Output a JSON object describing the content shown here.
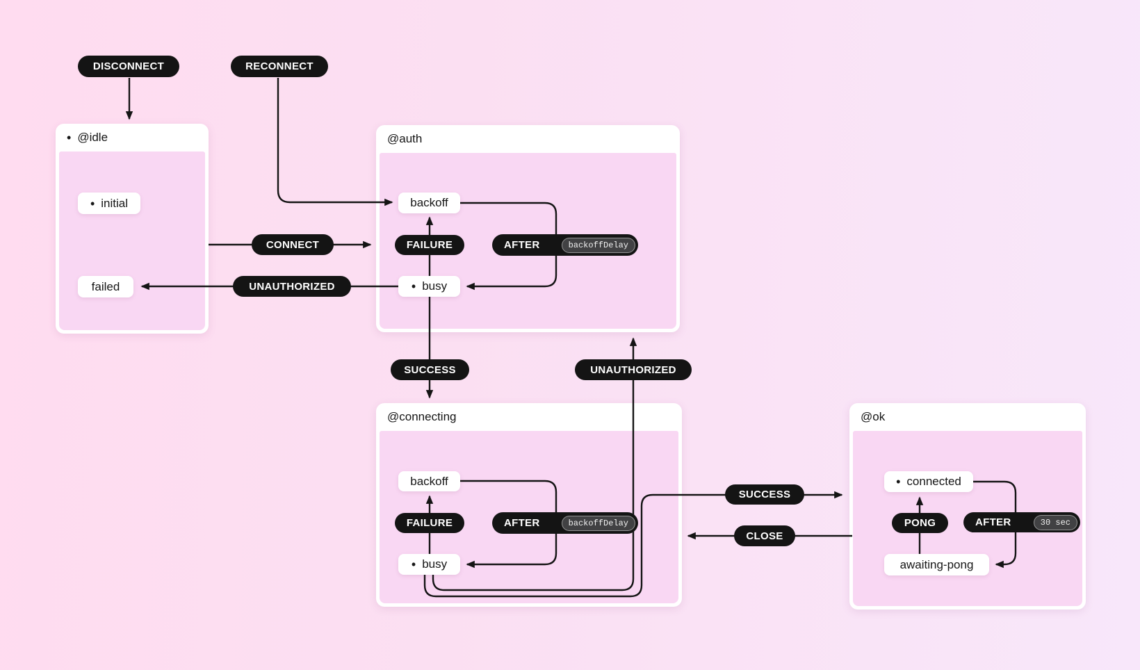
{
  "diagram": {
    "background_left": "#ffdcf0",
    "background_right": "#f8e7fa",
    "line_color": "#141414",
    "event_pill_color": "#141414",
    "event_text_color": "#ffffff",
    "state_pill_color": "#ffffff",
    "machine_body_color": "#f9d7f3",
    "code_pill_color": "#414143"
  },
  "events": {
    "disconnect": "DISCONNECT",
    "reconnect": "RECONNECT",
    "connect": "CONNECT",
    "unauthorized_to_failed": "UNAUTHORIZED",
    "success_to_connecting": "SUCCESS",
    "unauthorized_to_auth": "UNAUTHORIZED",
    "success_to_ok": "SUCCESS",
    "close": "CLOSE"
  },
  "machines": {
    "idle": {
      "marker": "•",
      "title": "@idle",
      "states": {
        "initial": {
          "marker": "•",
          "label": "initial"
        },
        "failed": {
          "label": "failed"
        }
      }
    },
    "auth": {
      "title": "@auth",
      "states": {
        "backoff": {
          "label": "backoff"
        },
        "busy": {
          "marker": "•",
          "label": "busy"
        }
      },
      "events": {
        "failure": "FAILURE",
        "after": "AFTER",
        "after_param": "backoffDelay"
      }
    },
    "connecting": {
      "title": "@connecting",
      "states": {
        "backoff": {
          "label": "backoff"
        },
        "busy": {
          "marker": "•",
          "label": "busy"
        }
      },
      "events": {
        "failure": "FAILURE",
        "after": "AFTER",
        "after_param": "backoffDelay"
      }
    },
    "ok": {
      "title": "@ok",
      "states": {
        "connected": {
          "marker": "•",
          "label": "connected"
        },
        "awaiting_pong": {
          "label": "awaiting-pong"
        }
      },
      "events": {
        "pong": "PONG",
        "after": "AFTER",
        "after_param": "30 sec"
      }
    }
  }
}
